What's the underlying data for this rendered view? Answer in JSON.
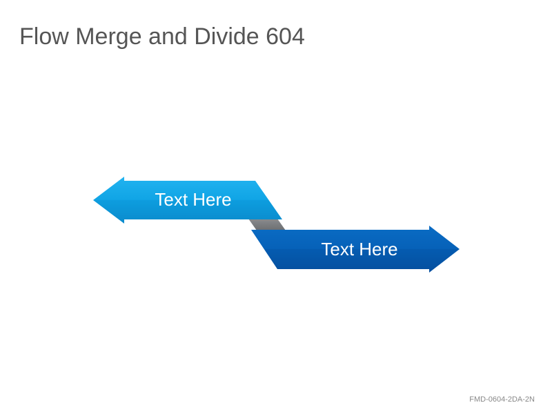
{
  "slide": {
    "title": "Flow Merge and Divide 604",
    "footer_code": "FMD-0604-2DA-2N"
  },
  "arrows": [
    {
      "label": "Text Here",
      "direction": "left",
      "color": "#0ea3e4"
    },
    {
      "label": "Text Here",
      "direction": "right",
      "color": "#0660b7"
    }
  ],
  "connector": {
    "color": "#7a7c7f"
  }
}
